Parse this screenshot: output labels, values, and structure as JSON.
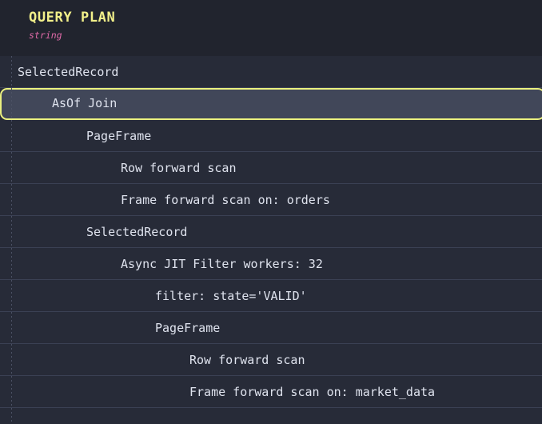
{
  "column": {
    "title": "QUERY PLAN",
    "type": "string",
    "title_color": "#f2f08a",
    "type_color": "#e06aa8"
  },
  "selection": {
    "selected_row_index": 1,
    "highlight_border_color": "#eaf07f",
    "highlight_background": "#414759"
  },
  "theme": {
    "page_background": "#21242e",
    "row_background": "#272b38",
    "row_separator": "#3b4154",
    "text_color": "#dfe3ee"
  },
  "rows": [
    {
      "depth": 0,
      "text": "SelectedRecord"
    },
    {
      "depth": 1,
      "text": "AsOf Join"
    },
    {
      "depth": 2,
      "text": "PageFrame"
    },
    {
      "depth": 3,
      "text": "Row forward scan"
    },
    {
      "depth": 3,
      "text": "Frame forward scan on: orders"
    },
    {
      "depth": 2,
      "text": "SelectedRecord"
    },
    {
      "depth": 3,
      "text": "Async JIT Filter workers: 32"
    },
    {
      "depth": 4,
      "text": "filter: state='VALID'"
    },
    {
      "depth": 4,
      "text": "PageFrame"
    },
    {
      "depth": 5,
      "text": "Row forward scan"
    },
    {
      "depth": 5,
      "text": "Frame forward scan on: market_data"
    }
  ]
}
